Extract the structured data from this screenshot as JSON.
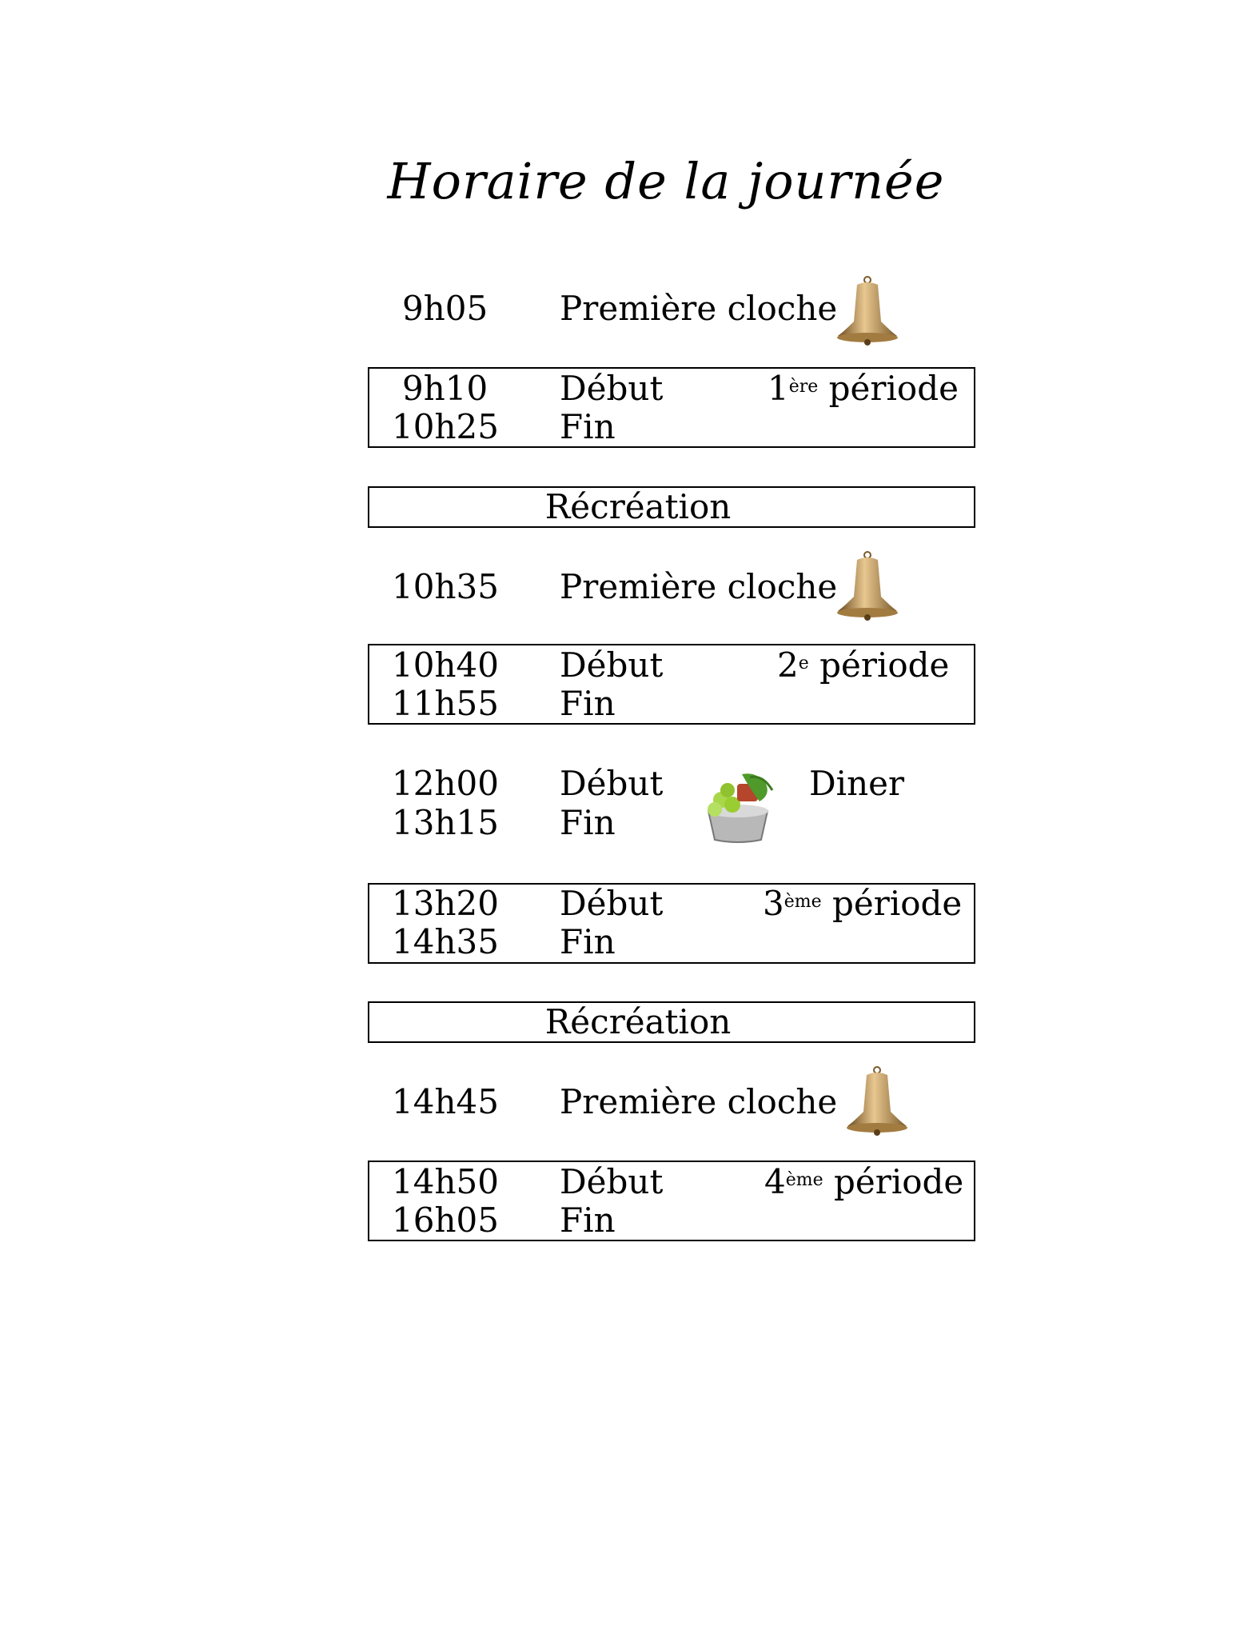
{
  "title": "Horaire de la journée",
  "labels": {
    "first_bell": "Première cloche",
    "start": "Début",
    "end": "Fin",
    "recess": "Récréation",
    "lunch": "Diner"
  },
  "periods": [
    {
      "start": "9h10",
      "end": "10h25",
      "num": "1",
      "sup": "ère",
      "word": "période"
    },
    {
      "start": "10h40",
      "end": "11h55",
      "num": "2",
      "sup": "e",
      "word": "période"
    },
    {
      "start": "13h20",
      "end": "14h35",
      "num": "3",
      "sup": "ème",
      "word": "période"
    },
    {
      "start": "14h50",
      "end": "16h05",
      "num": "4",
      "sup": "ème",
      "word": "période"
    }
  ],
  "bells": [
    "9h05",
    "10h35",
    "14h45"
  ],
  "lunch": {
    "start": "12h00",
    "end": "13h15"
  },
  "icons": {
    "bell": "bell-icon",
    "lunch": "salad-icon"
  },
  "colors": {
    "bell_gold": "#c9a062",
    "bell_dark": "#7a5a2a",
    "salad_green": "#9acd32"
  }
}
